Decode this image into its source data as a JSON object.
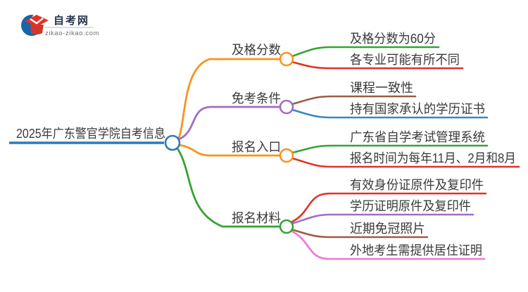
{
  "logo": {
    "icon": "graduation-cap-icon",
    "site_name": "自考网",
    "site_url": "zikao-zikao.com",
    "brand_blue": "#1566a9",
    "brand_red": "#e33225",
    "brand_red_dark": "#d2352a"
  },
  "palette": {
    "root_blue": "#2e79bd",
    "text": "#3a3a3a",
    "background": "#ffffff"
  },
  "mindmap": {
    "root": {
      "label": "2025年广东警官学院自考信息",
      "color": "#2e79bd"
    },
    "branches": [
      {
        "label": "及格分数",
        "color": "#f7941e",
        "children": [
          {
            "label": "及格分数为60分",
            "color": "#35a334"
          },
          {
            "label": "各专业可能有所不同",
            "color": "#e33225"
          }
        ]
      },
      {
        "label": "免考条件",
        "color": "#a16cc9",
        "children": [
          {
            "label": "课程一致性",
            "color": "#9e5b42"
          },
          {
            "label": "持有国家承认的学历证书",
            "color": "#3a86c8"
          }
        ]
      },
      {
        "label": "报名入口",
        "color": "#f7941e",
        "children": [
          {
            "label": "广东省自学考试管理系统",
            "color": "#35a334"
          },
          {
            "label": "报名时间为每年11月、2月和8月",
            "color": "#e33225"
          }
        ]
      },
      {
        "label": "报名材料",
        "color": "#35a334",
        "children": [
          {
            "label": "有效身份证原件及复印件",
            "color": "#e33225"
          },
          {
            "label": "学历证明原件及复印件",
            "color": "#a16cc9"
          },
          {
            "label": "近期免冠照片",
            "color": "#9e5b42"
          },
          {
            "label": "外地考生需提供居住证明",
            "color": "#f075d8"
          }
        ]
      }
    ]
  }
}
